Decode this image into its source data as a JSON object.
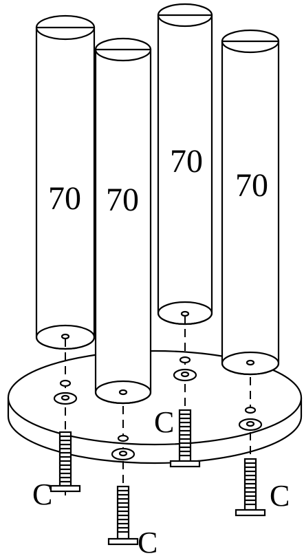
{
  "posts": [
    {
      "label": "70"
    },
    {
      "label": "70"
    },
    {
      "label": "70"
    },
    {
      "label": "70"
    }
  ],
  "screws": [
    {
      "label": "C"
    },
    {
      "label": "C"
    },
    {
      "label": "C"
    },
    {
      "label": "C"
    }
  ]
}
